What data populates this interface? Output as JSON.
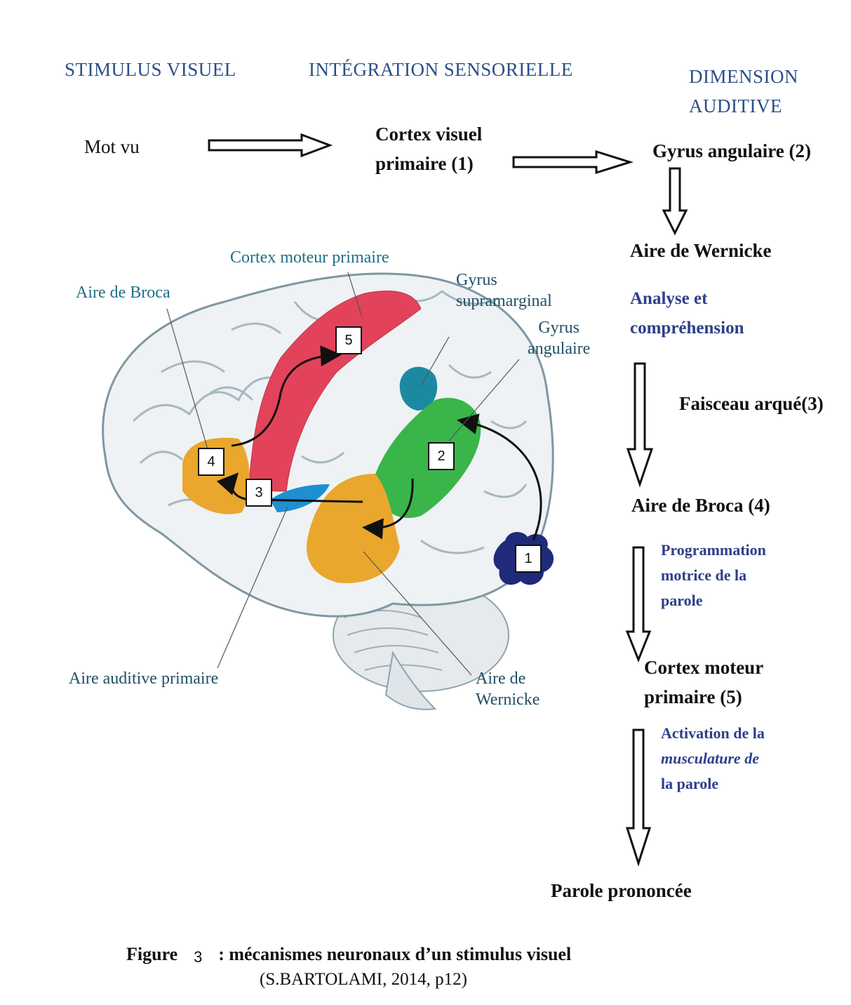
{
  "headers": {
    "stimulus": "STIMULUS VISUEL",
    "integration": "INTÉGRATION SENSORIELLE",
    "dimension_line1": "DIMENSION",
    "dimension_line2": "AUDITIVE"
  },
  "flow": {
    "mot_vu": "Mot vu",
    "cortex_visuel_line1": "Cortex visuel",
    "cortex_visuel_line2": "primaire (1)",
    "gyrus_angulaire": "Gyrus angulaire (2)",
    "aire_wernicke": "Aire de Wernicke",
    "analyse_line1": "Analyse et",
    "analyse_line2": "compréhension",
    "faisceau": "Faisceau arqué(3)",
    "aire_broca": "Aire de Broca (4)",
    "programmation_line1": "Programmation",
    "programmation_line2": "motrice de la",
    "programmation_line3": "parole",
    "cortex_moteur_line1": "Cortex moteur",
    "cortex_moteur_line2": "primaire (5)",
    "activation_line1": "Activation de la",
    "activation_line2": "musculature de",
    "activation_line3": "la parole",
    "parole": "Parole prononcée"
  },
  "brain_labels": {
    "cortex_moteur": "Cortex moteur primaire",
    "aire_broca": "Aire de Broca",
    "gyrus_supra_line1": "Gyrus",
    "gyrus_supra_line2": "supramarginal",
    "gyrus_ang_line1": "Gyrus",
    "gyrus_ang_line2": "angulaire",
    "aire_auditive": "Aire auditive primaire",
    "wernicke_line1": "Aire de",
    "wernicke_line2": "Wernicke",
    "box1": "1",
    "box2": "2",
    "box3": "3",
    "box4": "4",
    "box5": "5"
  },
  "caption": {
    "figure_word": "Figure",
    "figure_number": "3",
    "title": ": mécanismes neuronaux d’un stimulus visuel",
    "source": "(S.BARTOLAMI, 2014, p12)"
  },
  "colors": {
    "header_blue": "#2b4f86",
    "motor_red": "#e2435a",
    "broca_orange": "#e9a72d",
    "angular_green": "#39b54a",
    "supramarginal_teal": "#1b8aa0",
    "auditory_blue": "#1e8fd0",
    "visual_navy": "#1f2a7a"
  }
}
